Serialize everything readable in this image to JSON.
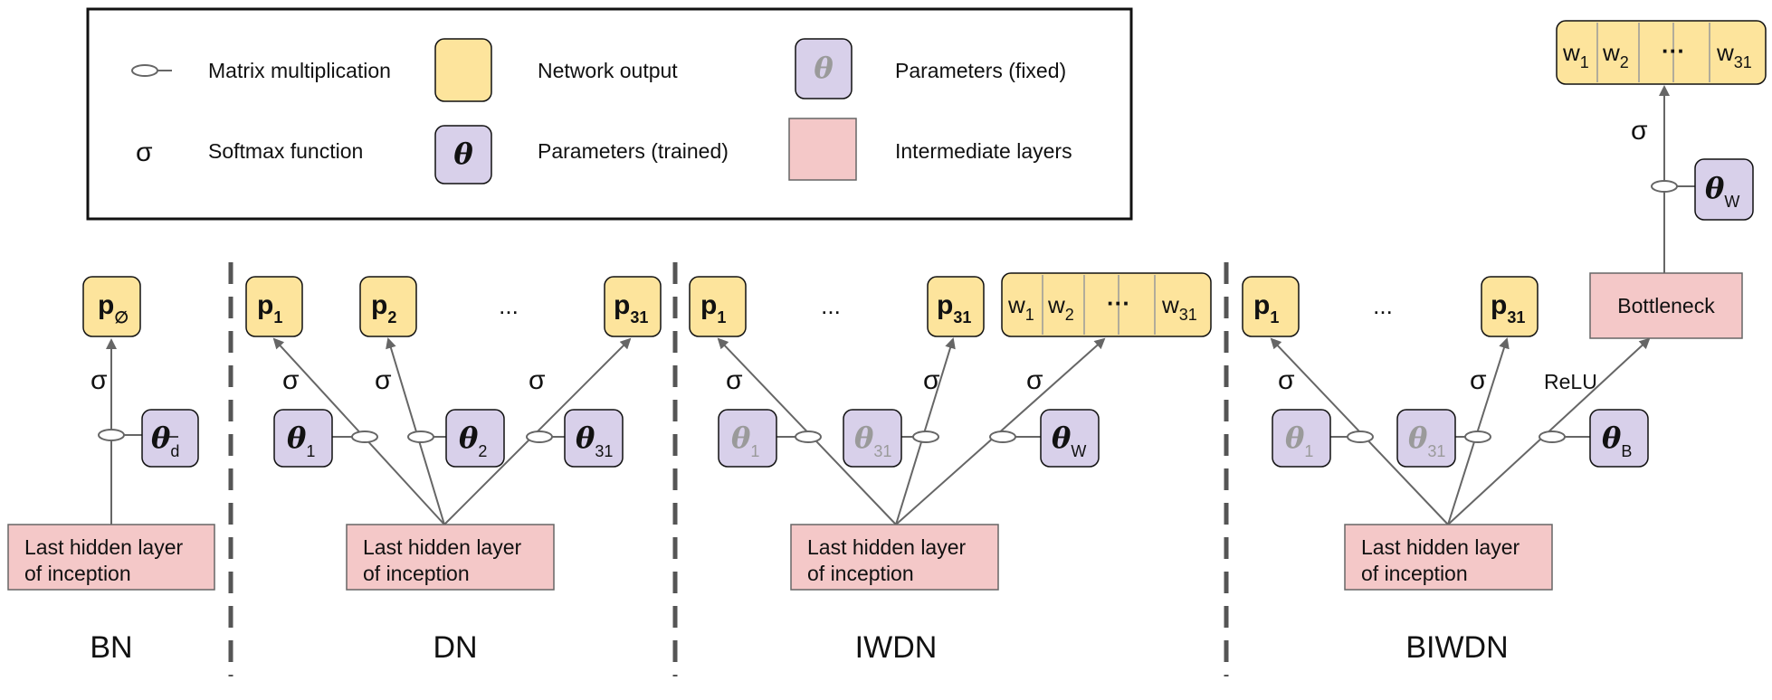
{
  "legend": {
    "matmul_label": "Matrix multiplication",
    "softmax_symbol": "σ",
    "softmax_label": "Softmax function",
    "network_output_label": "Network output",
    "params_trained_symbol": "θ",
    "params_trained_label": "Parameters (trained)",
    "params_fixed_symbol": "θ",
    "params_fixed_label": "Parameters (fixed)",
    "intermediate_label": "Intermediate layers"
  },
  "colors": {
    "output": "#fde49c",
    "param": "#d8d0ea",
    "intermediate": "#f4c8c8",
    "fixed_text": "#9a9a9a",
    "line": "#666666"
  },
  "common": {
    "sigma": "σ",
    "theta": "θ",
    "ellipsis": "...",
    "bold_ellipsis": "···",
    "hidden_line1": "Last hidden layer",
    "hidden_line2": "of inception"
  },
  "bn": {
    "title": "BN",
    "output": {
      "main": "p",
      "sub": "∅"
    },
    "param_sub": "d"
  },
  "dn": {
    "title": "DN",
    "outputs": [
      {
        "main": "p",
        "sub": "1"
      },
      {
        "main": "p",
        "sub": "2"
      },
      {
        "main": "p",
        "sub": "31"
      }
    ],
    "params": [
      {
        "sub": "1"
      },
      {
        "sub": "2"
      },
      {
        "sub": "31"
      }
    ]
  },
  "iwdn": {
    "title": "IWDN",
    "outputs": [
      {
        "main": "p",
        "sub": "1"
      },
      {
        "main": "p",
        "sub": "31"
      }
    ],
    "weights": [
      {
        "main": "w",
        "sub": "1"
      },
      {
        "main": "w",
        "sub": "2"
      },
      {
        "main": "w",
        "sub": "31"
      }
    ],
    "params_fixed": [
      {
        "sub": "1"
      },
      {
        "sub": "31"
      }
    ],
    "param_w": {
      "sub": "W"
    }
  },
  "biwdn": {
    "title": "BIWDN",
    "outputs": [
      {
        "main": "p",
        "sub": "1"
      },
      {
        "main": "p",
        "sub": "31"
      }
    ],
    "params_fixed": [
      {
        "sub": "1"
      },
      {
        "sub": "31"
      }
    ],
    "param_b": {
      "sub": "B"
    },
    "relu": "ReLU",
    "bottleneck": "Bottleneck",
    "param_w": {
      "sub": "W"
    },
    "weights": [
      {
        "main": "w",
        "sub": "1"
      },
      {
        "main": "w",
        "sub": "2"
      },
      {
        "main": "w",
        "sub": "31"
      }
    ]
  }
}
